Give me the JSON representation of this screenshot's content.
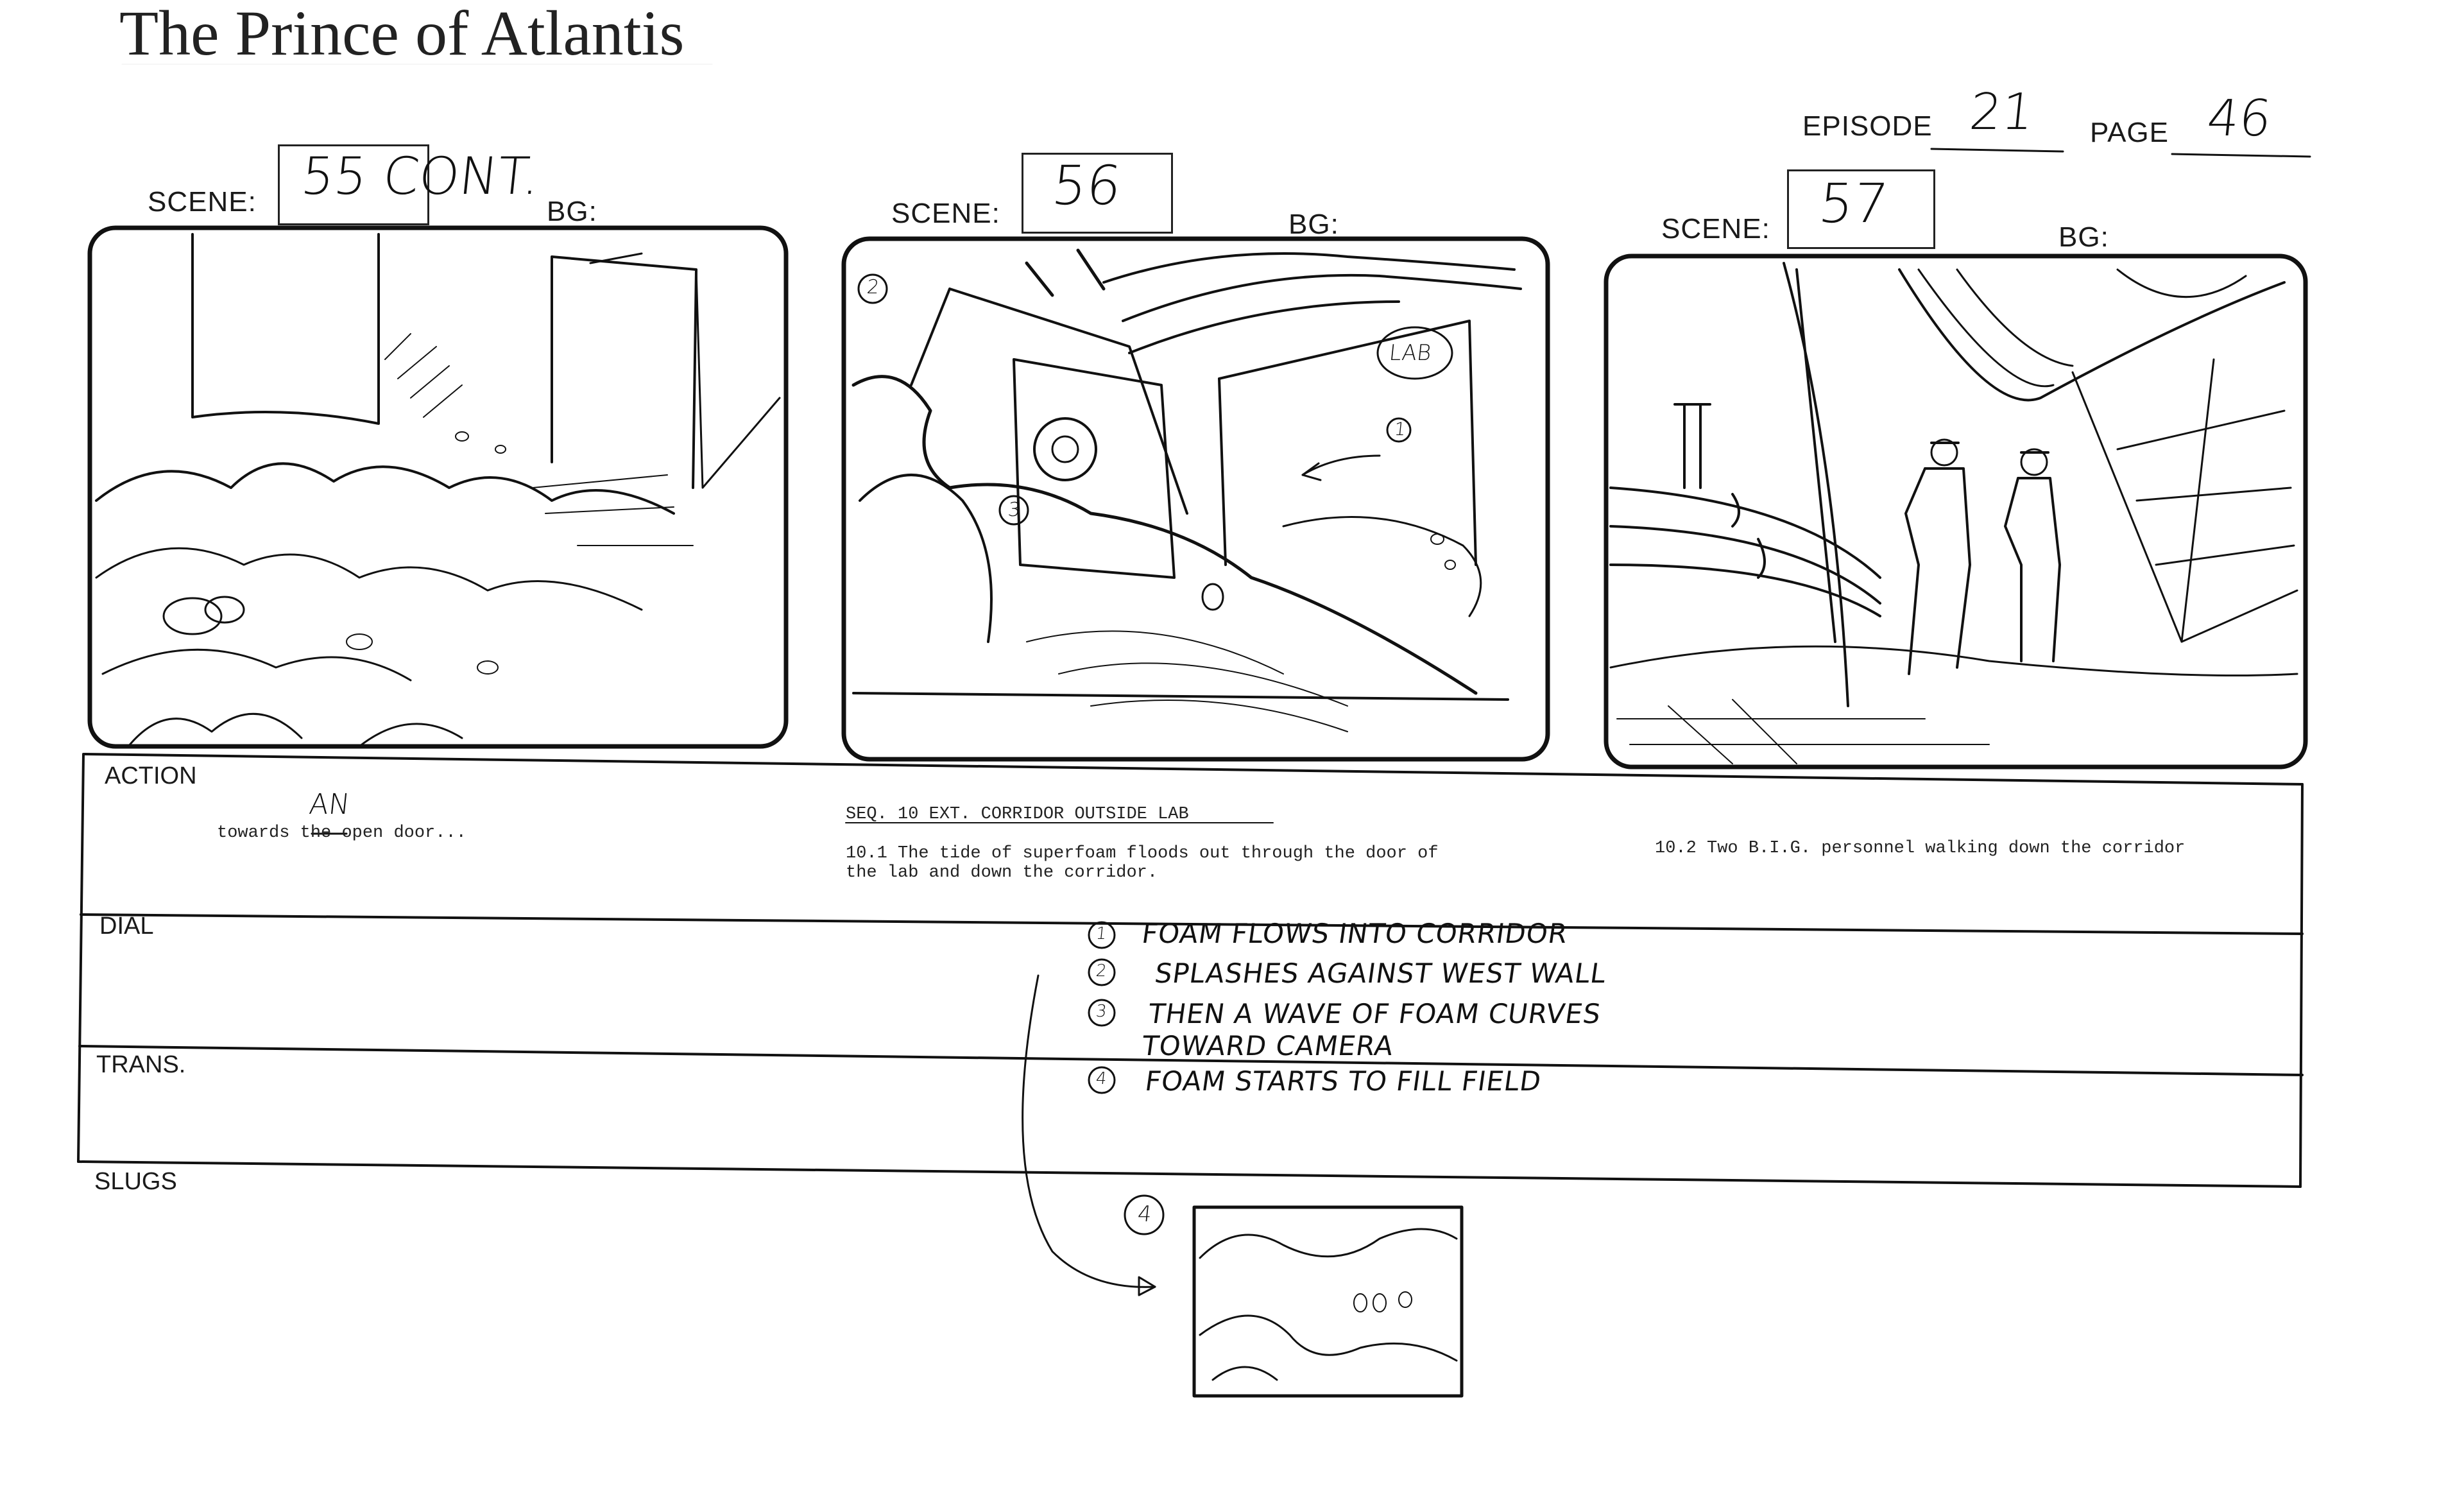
{
  "header": {
    "title": "The Prince of Atlantis",
    "episode_label": "EPISODE",
    "episode_value": "21",
    "page_label": "PAGE",
    "page_value": "46"
  },
  "panels": [
    {
      "scene_label": "SCENE:",
      "scene_value": "55 CONT.",
      "bg_label": "BG:"
    },
    {
      "scene_label": "SCENE:",
      "scene_value": "56",
      "bg_label": "BG:",
      "markers": [
        "1",
        "2",
        "3"
      ],
      "sign": "LAB"
    },
    {
      "scene_label": "SCENE:",
      "scene_value": "57",
      "bg_label": "BG:"
    }
  ],
  "table": {
    "action_label": "ACTION",
    "dial_label": "DIAL",
    "trans_label": "TRANS.",
    "slugs_label": "SLUGS",
    "action": {
      "panel1_correction": "AN",
      "panel1_prefix": "towards",
      "panel1_struck": "the",
      "panel1_suffix": "open door...",
      "seq_heading": "SEQ. 10  EXT.  CORRIDOR OUTSIDE LAB",
      "note_10_1_line1": "10.1  The tide of superfoam floods out through the door of",
      "note_10_1_line2": "the lab and down the corridor.",
      "note_10_2": "10.2  Two B.I.G. personnel walking down the corridor"
    },
    "dial_notes": [
      {
        "num": "1",
        "text": "FOAM FLOWS INTO CORRIDOR"
      },
      {
        "num": "2",
        "text": "SPLASHES AGAINST WEST WALL"
      },
      {
        "num": "3",
        "text": "THEN A WAVE OF FOAM CURVES"
      },
      {
        "num": "",
        "text": "TOWARD CAMERA"
      },
      {
        "num": "4",
        "text": "FOAM STARTS TO FILL FIELD"
      }
    ]
  },
  "slug_thumbnail": {
    "marker": "4"
  }
}
